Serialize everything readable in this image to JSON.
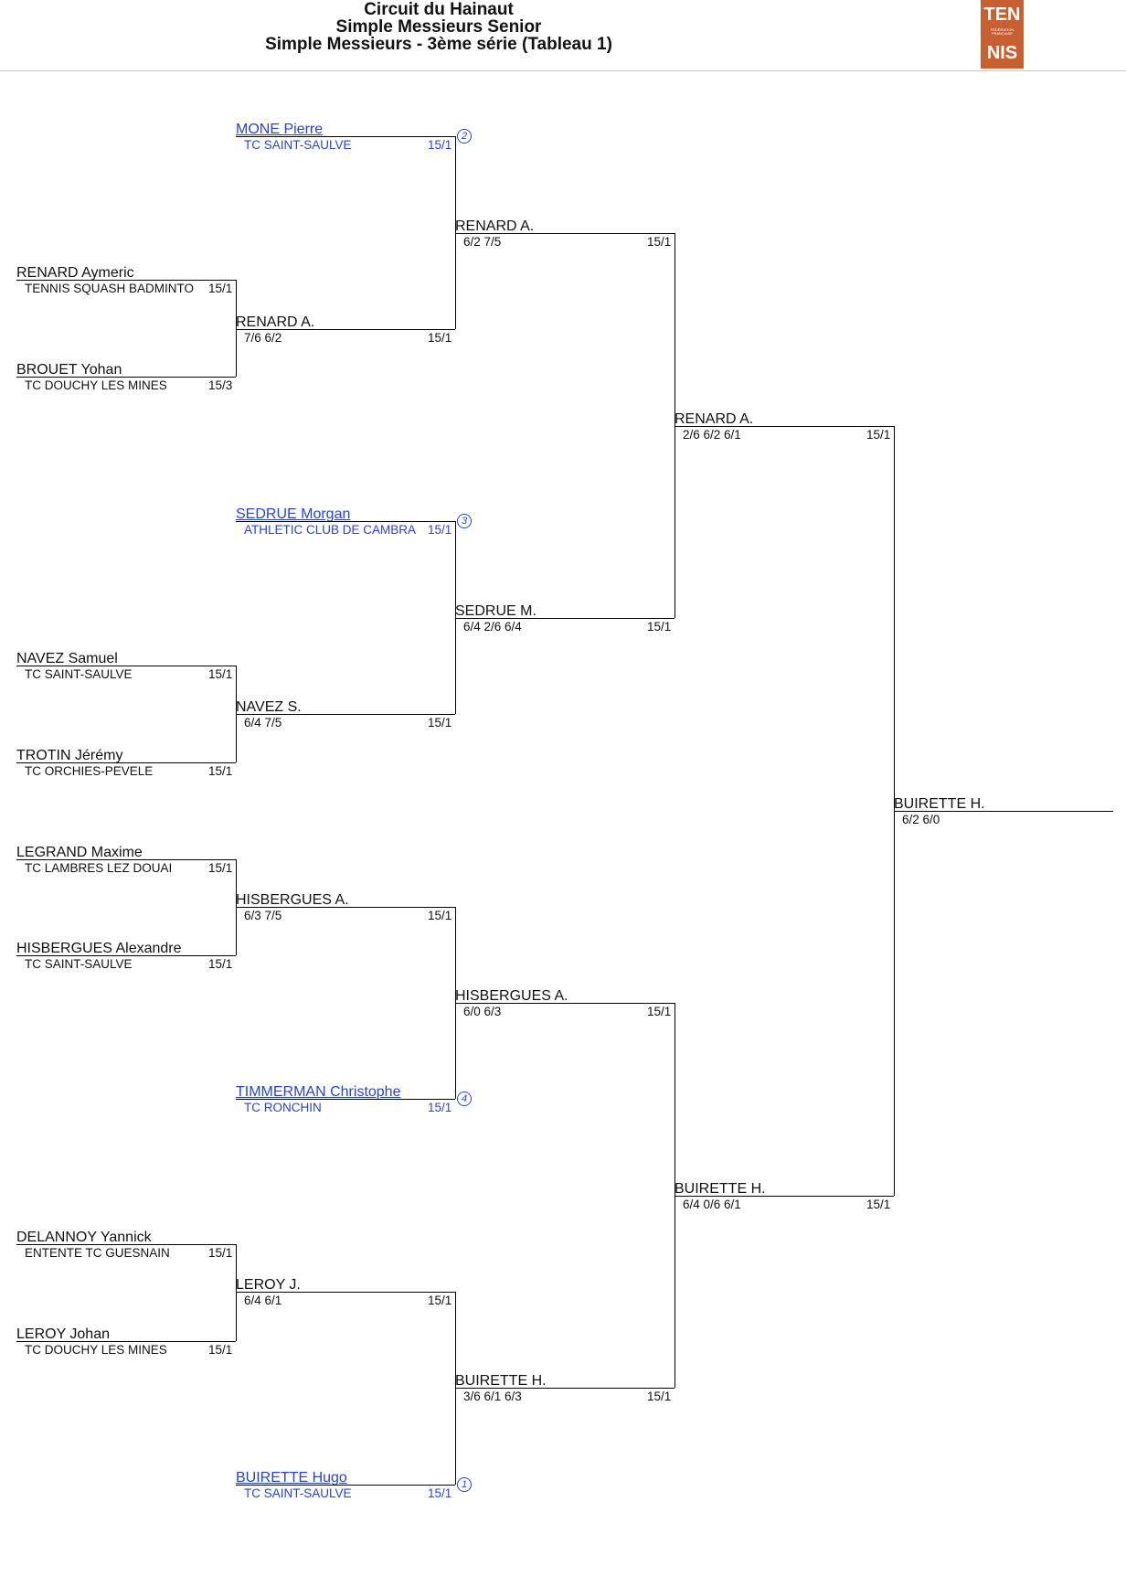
{
  "header": {
    "title_lines": [
      "Circuit du Hainaut",
      "Simple Messieurs Senior",
      "Simple Messieurs - 3ème série (Tableau 1)"
    ],
    "logo": {
      "top": "TEN",
      "small": "FÉDÉRATION FRANÇAISE",
      "bottom": "NIS",
      "color": "#c65f31"
    }
  },
  "colors": {
    "seeded": "#2743d4",
    "text": "#111111",
    "lines": "#000000"
  },
  "rounds": [
    [
      {
        "name": "RENARD Aymeric",
        "club": "TENNIS SQUASH BADMINTO",
        "rank": "15/1"
      },
      {
        "name": "BROUET Yohan",
        "club": "TC DOUCHY LES MINES",
        "rank": "15/3"
      },
      {
        "name": "NAVEZ Samuel",
        "club": "TC SAINT-SAULVE",
        "rank": "15/1"
      },
      {
        "name": "TROTIN Jérémy",
        "club": "TC ORCHIES-PEVELE",
        "rank": "15/1"
      },
      {
        "name": "LEGRAND Maxime",
        "club": "TC LAMBRES LEZ DOUAI",
        "rank": "15/1"
      },
      {
        "name": "HISBERGUES Alexandre",
        "club": "TC SAINT-SAULVE",
        "rank": "15/1"
      },
      {
        "name": "DELANNOY Yannick",
        "club": "ENTENTE TC GUESNAIN",
        "rank": "15/1"
      },
      {
        "name": "LEROY Johan",
        "club": "TC DOUCHY LES MINES",
        "rank": "15/1"
      }
    ],
    [
      {
        "name": "MONE Pierre",
        "club": "TC SAINT-SAULVE",
        "rank": "15/1",
        "seed": "2"
      },
      {
        "name": "RENARD A.",
        "score": "7/6 6/2",
        "rank": "15/1"
      },
      {
        "name": "SEDRUE Morgan",
        "club": "ATHLETIC CLUB DE CAMBRA",
        "rank": "15/1",
        "seed": "3"
      },
      {
        "name": "NAVEZ S.",
        "score": "6/4 7/5",
        "rank": "15/1"
      },
      {
        "name": "HISBERGUES A.",
        "score": "6/3 7/5",
        "rank": "15/1"
      },
      {
        "name": "TIMMERMAN Christophe",
        "club": "TC RONCHIN",
        "rank": "15/1",
        "seed": "4"
      },
      {
        "name": "LEROY J.",
        "score": "6/4 6/1",
        "rank": "15/1"
      },
      {
        "name": "BUIRETTE Hugo",
        "club": "TC SAINT-SAULVE",
        "rank": "15/1",
        "seed": "1"
      }
    ],
    [
      {
        "name": "RENARD A.",
        "score": "6/2 7/5",
        "rank": "15/1"
      },
      {
        "name": "SEDRUE M.",
        "score": "6/4 2/6 6/4",
        "rank": "15/1"
      },
      {
        "name": "HISBERGUES A.",
        "score": "6/0 6/3",
        "rank": "15/1"
      },
      {
        "name": "BUIRETTE H.",
        "score": "3/6 6/1 6/3",
        "rank": "15/1"
      }
    ],
    [
      {
        "name": "RENARD A.",
        "score": "2/6 6/2 6/1",
        "rank": "15/1"
      },
      {
        "name": "BUIRETTE H.",
        "score": "6/4 0/6 6/1",
        "rank": "15/1"
      }
    ],
    [
      {
        "name": "BUIRETTE H.",
        "score": "6/2 6/0"
      }
    ]
  ]
}
